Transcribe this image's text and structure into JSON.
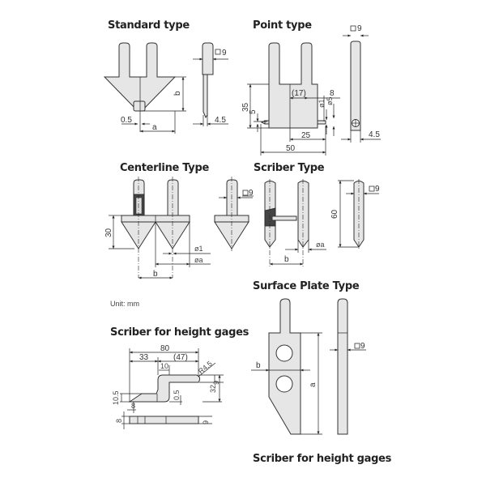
{
  "sections": {
    "standard": {
      "title": "Standard type",
      "dims": {
        "square": "9",
        "thick": "4.5",
        "tip": "0.5",
        "a": "a",
        "b": "b"
      }
    },
    "point": {
      "title": "Point type",
      "dims": {
        "square": "9",
        "d17": "(17)",
        "d8": "8",
        "d1": "ø1",
        "d5": "ø5",
        "d35": "35",
        "d5v": "5",
        "d25": "25",
        "d50": "50",
        "thick": "4.5"
      }
    },
    "centerline": {
      "title": "Centerline Type",
      "dims": {
        "d30": "30",
        "d1": "ø1",
        "da": "øa",
        "b": "b",
        "square": "9"
      }
    },
    "scriber": {
      "title": "Scriber Type",
      "dims": {
        "square": "9",
        "da": "øa",
        "b": "b",
        "d60": "60",
        "square2": "9"
      }
    },
    "unit": "Unit: mm",
    "surface": {
      "title": "Surface Plate Type",
      "dims": {
        "b": "b",
        "a": "a",
        "square": "9"
      }
    },
    "height_left": {
      "title": "Scriber for height gages",
      "dims": {
        "d80": "80",
        "d33": "33",
        "d47": "(47)",
        "d10": "10",
        "r45": "R4.5",
        "d9": "9",
        "d32": "32",
        "d105": "10.5",
        "d05": "0.5",
        "d8": "8",
        "d8v": "8",
        "d9b": "9"
      }
    },
    "height_right": {
      "title": "Scriber for height gages"
    }
  },
  "colors": {
    "part_fill": "#e6e6e6",
    "line": "#222222"
  }
}
